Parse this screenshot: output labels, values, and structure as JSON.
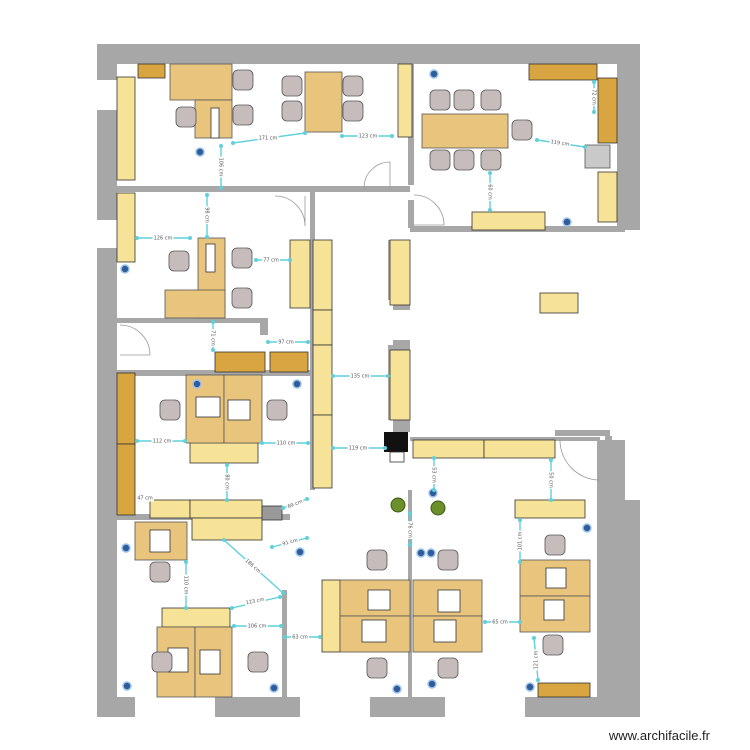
{
  "plan": {
    "dimensions": [
      "171 cm",
      "123 cm",
      "106 cm",
      "98 cm",
      "126 cm",
      "77 cm",
      "71 cm",
      "97 cm",
      "135 cm",
      "112 cm",
      "110 cm",
      "119 cm",
      "80 cm",
      "47 cm",
      "69 cm",
      "91 cm",
      "186 cm",
      "110 cm",
      "123 cm",
      "106 cm",
      "63 cm",
      "76 cm",
      "53 cm",
      "50 cm",
      "101 cm",
      "65 cm",
      "121 cm",
      "72 cm",
      "119 cm",
      "60 cm"
    ],
    "colors": {
      "wall": "#a7a7a7",
      "desk": "#e9c47d",
      "cabinet_light": "#f6e398",
      "cabinet_dark": "#d9a540",
      "chair": "#c7bcbc",
      "dimension_arrow": "#5fd0dc",
      "lamp": "#2f5d9a"
    }
  },
  "watermark": "www.archifacile.fr"
}
